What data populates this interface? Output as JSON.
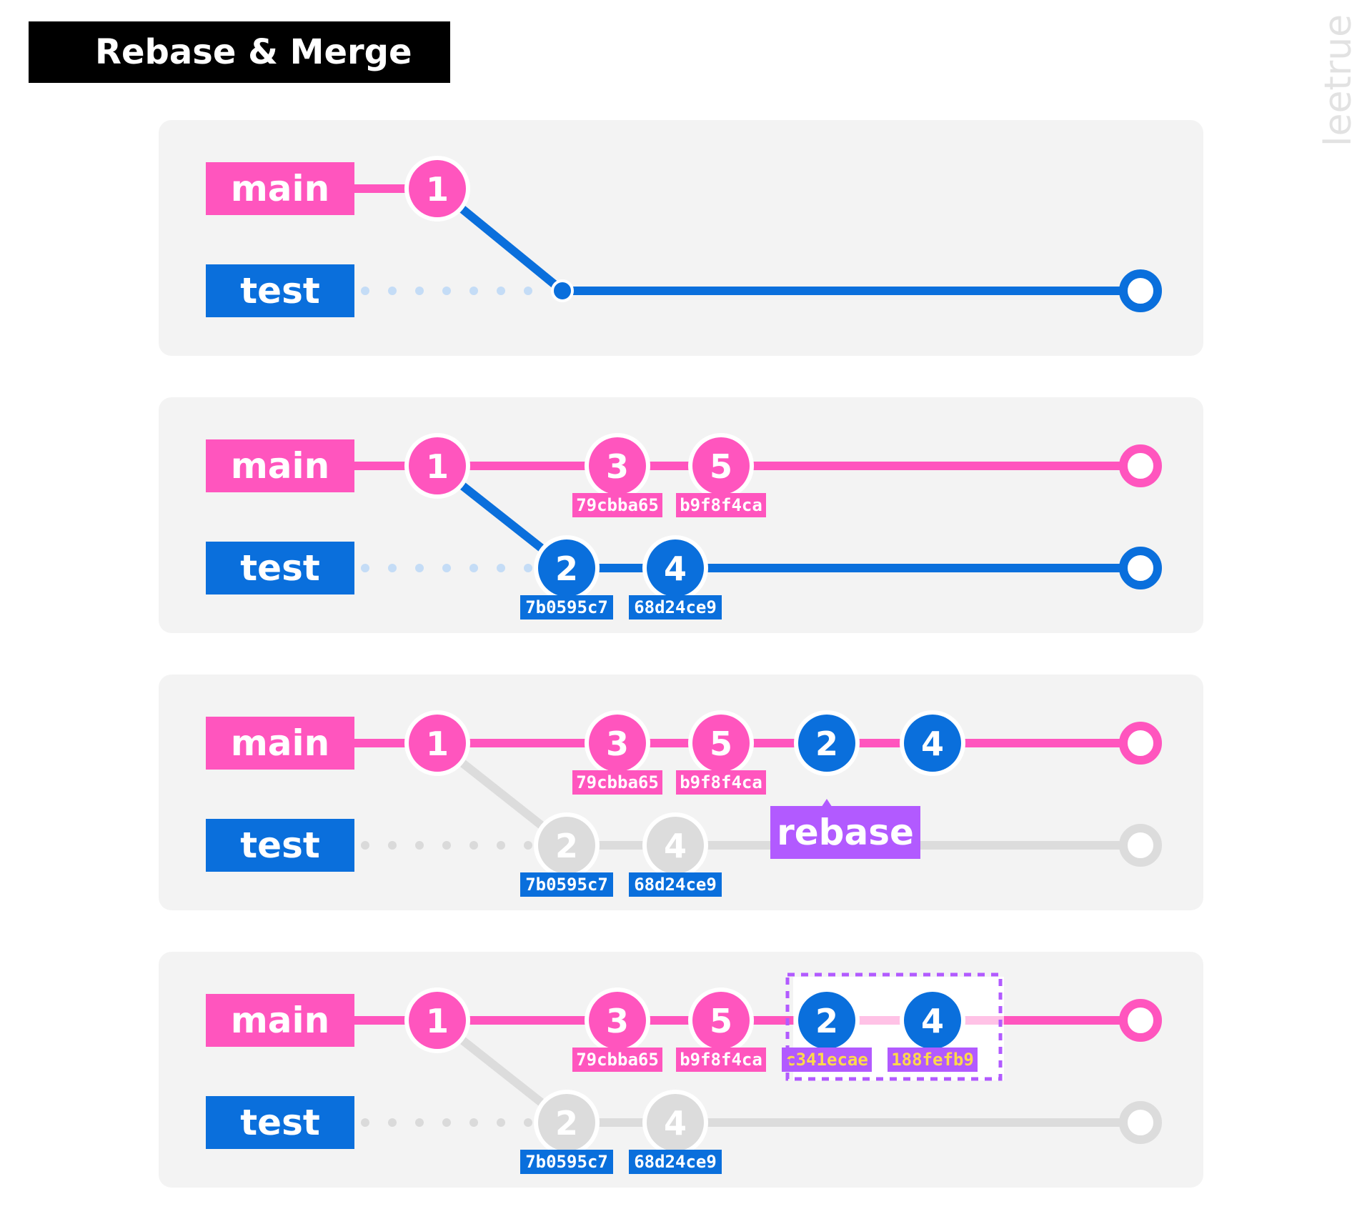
{
  "title": "Rebase & Merge",
  "watermark": "leetrue",
  "colors": {
    "main": "#ff55be",
    "test": "#0a6fdc",
    "rebase": "#b25aff",
    "faded": "#dcdcdc",
    "hash_highlight": "#ffd94a",
    "panel": "#f3f3f3"
  },
  "branches": {
    "main": "main",
    "test": "test"
  },
  "rebase_label": "rebase",
  "panels": [
    {
      "main_commits": [
        {
          "label": "1"
        }
      ],
      "test_commits": []
    },
    {
      "main_commits": [
        {
          "label": "1"
        },
        {
          "label": "3",
          "hash": "79cbba65"
        },
        {
          "label": "5",
          "hash": "b9f8f4ca"
        }
      ],
      "test_commits": [
        {
          "label": "2",
          "hash": "7b0595c7"
        },
        {
          "label": "4",
          "hash": "68d24ce9"
        }
      ]
    },
    {
      "main_commits": [
        {
          "label": "1"
        },
        {
          "label": "3",
          "hash": "79cbba65"
        },
        {
          "label": "5",
          "hash": "b9f8f4ca"
        },
        {
          "label": "2"
        },
        {
          "label": "4"
        }
      ],
      "test_commits": [
        {
          "label": "2",
          "hash": "7b0595c7"
        },
        {
          "label": "4",
          "hash": "68d24ce9"
        }
      ]
    },
    {
      "main_commits": [
        {
          "label": "1"
        },
        {
          "label": "3",
          "hash": "79cbba65"
        },
        {
          "label": "5",
          "hash": "b9f8f4ca"
        },
        {
          "label": "2",
          "hash": "c341ecae"
        },
        {
          "label": "4",
          "hash": "188fefb9"
        }
      ],
      "test_commits": [
        {
          "label": "2",
          "hash": "7b0595c7"
        },
        {
          "label": "4",
          "hash": "68d24ce9"
        }
      ]
    }
  ]
}
